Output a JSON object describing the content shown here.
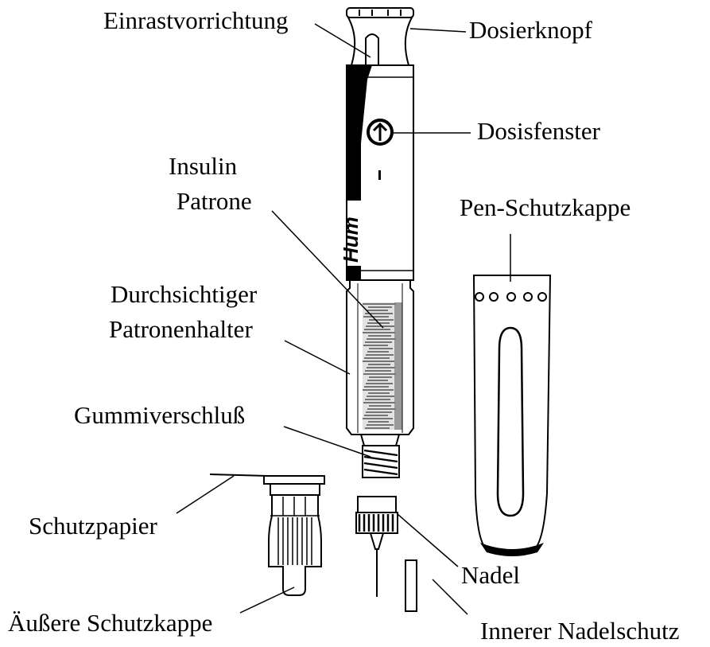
{
  "colors": {
    "ink": "#000000",
    "paper": "#ffffff",
    "shade": "#555555"
  },
  "labels": {
    "einrast": "Einrastvorrichtung",
    "dosierknopf": "Dosierknopf",
    "dosisfenster": "Dosisfenster",
    "insulin_line1": "Insulin",
    "insulin_line2": "Patrone",
    "pen_schutzkappe": "Pen-Schutzkappe",
    "durch_line1": "Durchsichtiger",
    "durch_line2": "Patronenhalter",
    "gummi": "Gummiverschluß",
    "schutzpapier": "Schutzpapier",
    "nadel": "Nadel",
    "aeussere": "Äußere Schutzkappe",
    "innerer": "Innerer Nadelschutz"
  },
  "pen_print": "Hum"
}
